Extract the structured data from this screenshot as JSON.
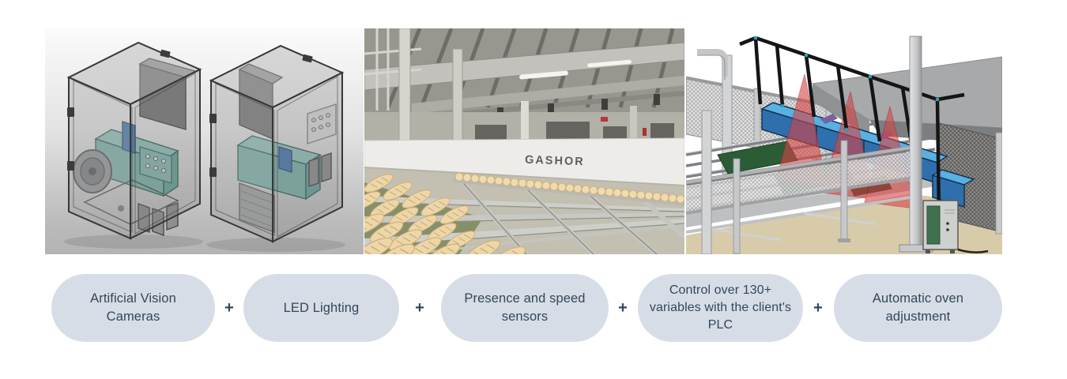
{
  "gallery": {
    "gashor_label": "GASHOR",
    "images": [
      {
        "name": "vision-camera-cabinets-render"
      },
      {
        "name": "bakery-production-line-photo"
      },
      {
        "name": "oven-inspection-gantry-render"
      }
    ]
  },
  "features": {
    "separator": "+",
    "items": [
      {
        "label": "Artificial Vision Cameras"
      },
      {
        "label": "LED Lighting"
      },
      {
        "label": "Presence and speed sensors"
      },
      {
        "label": "Control over 130+ variables with the client's PLC"
      },
      {
        "label": "Automatic oven adjustment"
      }
    ]
  },
  "colors": {
    "pill_background": "#d7dde6",
    "pill_text": "#33475b",
    "separator_text": "#33475b",
    "brand_text": "#5f5f5f"
  }
}
